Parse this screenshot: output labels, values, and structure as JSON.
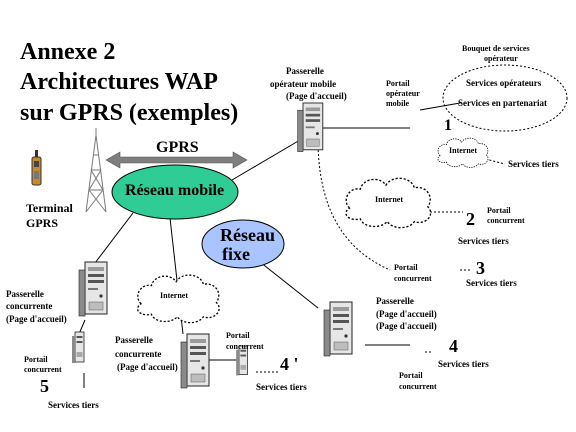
{
  "title": {
    "line1": "Annexe 2",
    "line2": "Architectures WAP",
    "line3": "sur GPRS (exemples)"
  },
  "gprs_label": "GPRS",
  "terminal": {
    "line1": "Terminal",
    "line2": "GPRS"
  },
  "reseau_mobile": "Réseau mobile",
  "reseau_fixe": {
    "line1": "Réseau",
    "line2": "fixe"
  },
  "internet_label": "Internet",
  "bouquet": {
    "line1": "Bouquet de services",
    "line2": "opérateur"
  },
  "services_operateurs": "Services opérateurs",
  "services_partenariat": "Services en partenariat",
  "services_tiers": "Services tiers",
  "passerelle_operateur": {
    "line1": "Passerelle",
    "line2": "opérateur mobile",
    "line3": "(Page d'accueil)"
  },
  "portail_operateur": {
    "line1": "Portail",
    "line2": "opérateur",
    "line3": "mobile"
  },
  "portail_concurrent": {
    "line1": "Portail",
    "line2": "concurrent"
  },
  "passerelle_concurrente": {
    "line1": "Passerelle",
    "line2": "concurrente",
    "line3": "(Page d'accueil)"
  },
  "passerelle_simple": {
    "line1": "Passerelle",
    "line2": "(Page d'accueil)"
  },
  "numbers": {
    "n1": "1",
    "n2": "2",
    "n3": "3",
    "n4": "4",
    "n4p": "4 '",
    "n5": "5"
  },
  "colors": {
    "reseau_mobile": "#2fcc95",
    "reseau_fixe": "#a9c4ff",
    "gprs_arrow": "#7f7f7f"
  }
}
